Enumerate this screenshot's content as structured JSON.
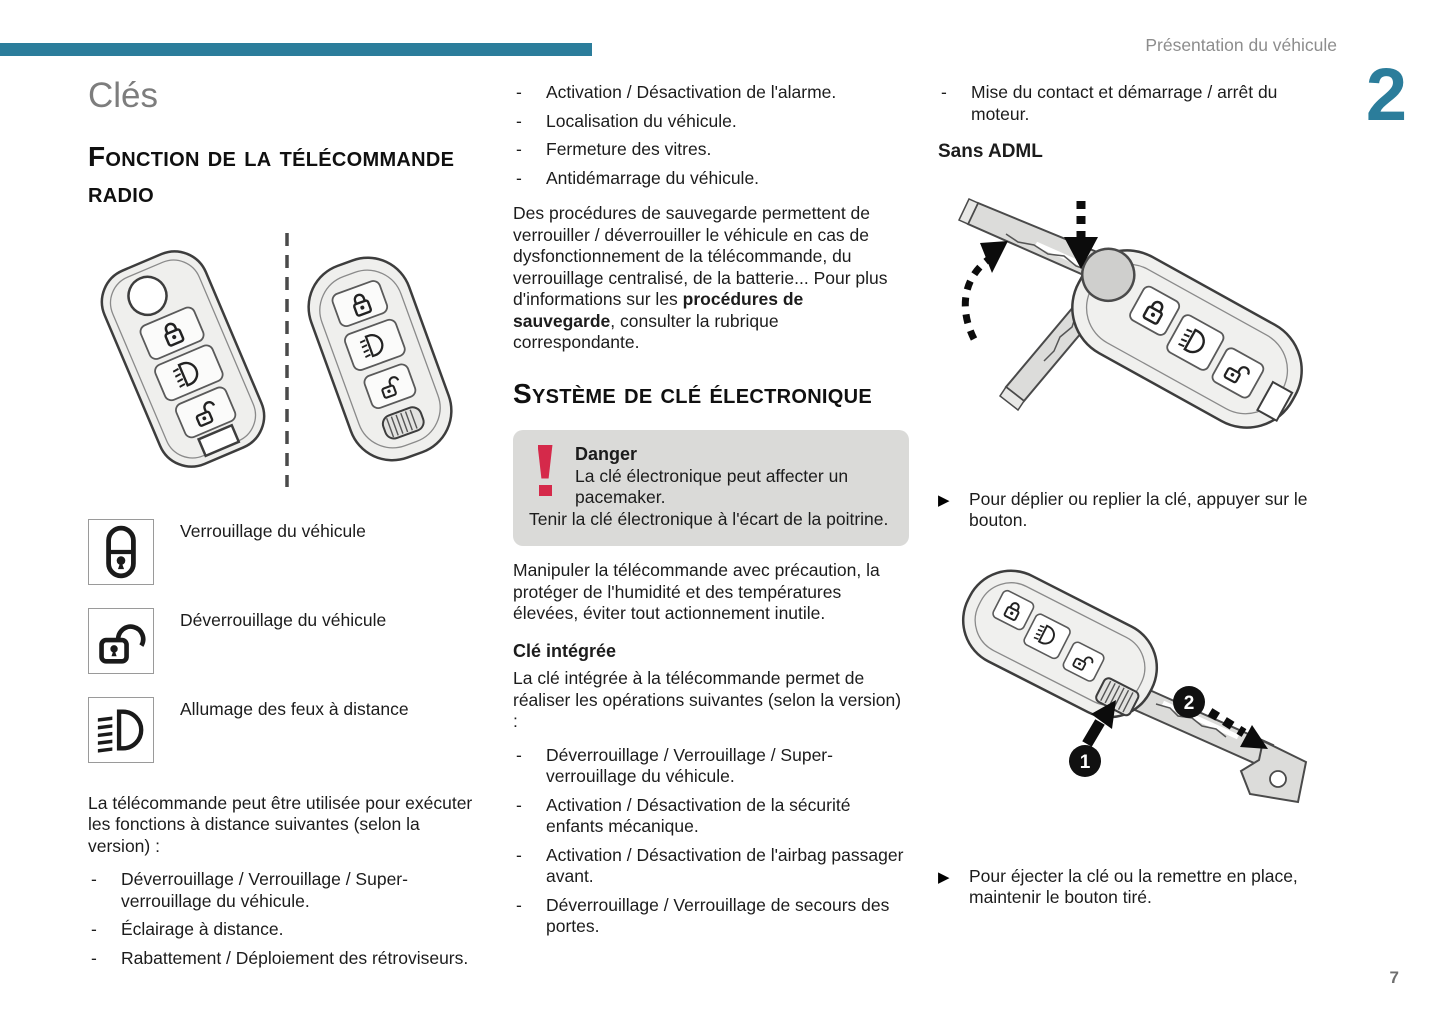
{
  "header": {
    "title": "Présentation du véhicule",
    "chapter": "2"
  },
  "page_number": "7",
  "ui": {
    "dash": "-",
    "arrow": "▶"
  },
  "colors": {
    "accent": "#2b7d9b",
    "danger_red": "#d5294a",
    "danger_box_bg": "#dadad8"
  },
  "left": {
    "title": "Clés",
    "section": "Fonction de la télécommande radio",
    "remote_functions": [
      {
        "icon": "lock-icon",
        "label": "Verrouillage du véhicule"
      },
      {
        "icon": "unlock-icon",
        "label": "Déverrouillage du véhicule"
      },
      {
        "icon": "headlight-icon",
        "label": "Allumage des feux à distance"
      }
    ],
    "intro": "La télécommande peut être utilisée pour exécuter les fonctions à distance suivantes (selon la version) :",
    "bullets": [
      "Déverrouillage / Verrouillage / Super-verrouillage du véhicule.",
      "Éclairage à distance.",
      "Rabattement / Déploiement des rétroviseurs."
    ]
  },
  "middle": {
    "bullets_top": [
      "Activation / Désactivation de l'alarme.",
      "Localisation du véhicule.",
      "Fermeture des vitres.",
      "Antidémarrage du véhicule."
    ],
    "para1_text1": "Des procédures de sauvegarde permettent de verrouiller / déverrouiller le véhicule en cas de dysfonctionnement de la télécommande, du verrouillage centralisé, de la batterie... Pour plus d'informations sur les ",
    "para1_bold": "procédures de sauvegarde",
    "para1_text2": ", consulter la rubrique correspondante.",
    "section": "Système de clé électronique",
    "danger": {
      "title": "Danger",
      "body1": "La clé électronique peut affecter un pacemaker.",
      "body2": "Tenir la clé électronique à l'écart de la poitrine."
    },
    "para2": "Manipuler la télécommande avec précaution, la protéger de l'humidité et des températures élevées, éviter tout actionnement inutile.",
    "key_integrated_heading": "Clé intégrée",
    "para3": "La clé intégrée à la télécommande permet de réaliser les opérations suivantes (selon la version) :",
    "bullets_bottom": [
      "Déverrouillage / Verrouillage / Super-verrouillage du véhicule.",
      "Activation / Désactivation de la sécurité enfants mécanique.",
      "Activation / Désactivation de l'airbag passager avant.",
      "Déverrouillage / Verrouillage de secours des portes."
    ]
  },
  "right": {
    "bullets_top": [
      "Mise du contact et démarrage / arrêt du moteur."
    ],
    "subheading": "Sans ADML",
    "instruction1": "Pour déplier ou replier la clé, appuyer sur le bouton.",
    "instruction2": "Pour éjecter la clé ou la remettre en place, maintenir le bouton tiré.",
    "steps": [
      "1",
      "2"
    ]
  }
}
